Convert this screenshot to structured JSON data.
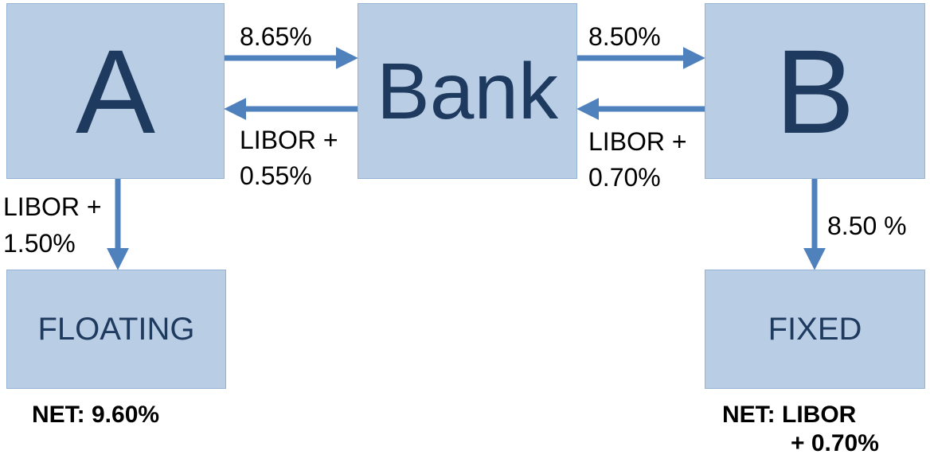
{
  "colors": {
    "box_fill": "#b9cde5",
    "box_border": "#95b3d7",
    "box_text": "#1f3a5f",
    "arrow": "#4f81bd",
    "label_text": "#000000"
  },
  "nodes": {
    "a": "A",
    "bank": "Bank",
    "b": "B",
    "floating": "FLOATING",
    "fixed": "FIXED"
  },
  "flows": {
    "a_to_bank": "8.65%",
    "bank_to_a_line1": "LIBOR +",
    "bank_to_a_line2": "0.55%",
    "bank_to_b": "8.50%",
    "b_to_bank_line1": "LIBOR +",
    "b_to_bank_line2": "0.70%",
    "a_to_floating_line1": "LIBOR +",
    "a_to_floating_line2": "1.50%",
    "b_to_fixed": "8.50 %"
  },
  "net": {
    "a": "NET: 9.60%",
    "b_line1": "NET: LIBOR",
    "b_line2": "+ 0.70%"
  }
}
